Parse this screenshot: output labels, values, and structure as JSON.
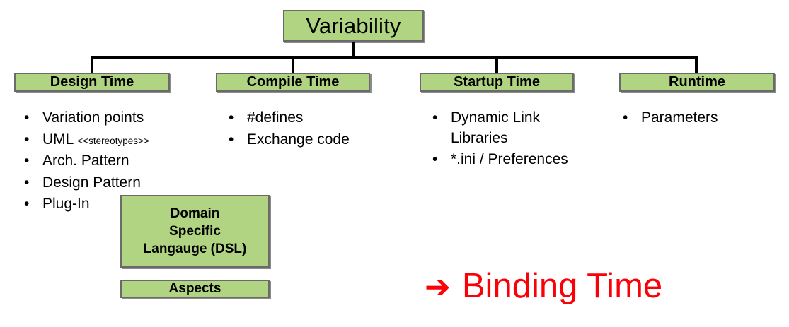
{
  "diagram": {
    "root": {
      "label": "Variability"
    },
    "categories": [
      {
        "id": "design-time",
        "label": "Design Time"
      },
      {
        "id": "compile-time",
        "label": "Compile Time"
      },
      {
        "id": "startup-time",
        "label": "Startup Time"
      },
      {
        "id": "runtime",
        "label": "Runtime"
      }
    ],
    "lists": {
      "design_time": [
        {
          "text": "Variation points"
        },
        {
          "text": "UML ",
          "tag": "<<stereotypes>>"
        },
        {
          "text": "Arch. Pattern"
        },
        {
          "text": "Design Pattern"
        },
        {
          "text": "Plug-In"
        }
      ],
      "compile_time": [
        {
          "text": "#defines"
        },
        {
          "text": "Exchange code"
        }
      ],
      "startup_time": [
        {
          "text": "Dynamic Link Libraries"
        },
        {
          "text": "*.ini / Preferences"
        }
      ],
      "runtime": [
        {
          "text": "Parameters"
        }
      ]
    },
    "extra_boxes": [
      {
        "id": "dsl-box",
        "lines": [
          "Domain",
          "Specific",
          "Langauge (DSL)"
        ]
      },
      {
        "id": "aspects-box",
        "lines": [
          "Aspects"
        ]
      }
    ],
    "callout": {
      "arrow": "arrow-right-icon",
      "arrow_glyph": "➔",
      "label": "Binding Time"
    }
  },
  "colors": {
    "box_fill": "#b0d481",
    "box_border": "#6a6a6a",
    "line": "#000000",
    "callout_red": "#fb0007",
    "text": "#000000",
    "background": "#ffffff"
  }
}
